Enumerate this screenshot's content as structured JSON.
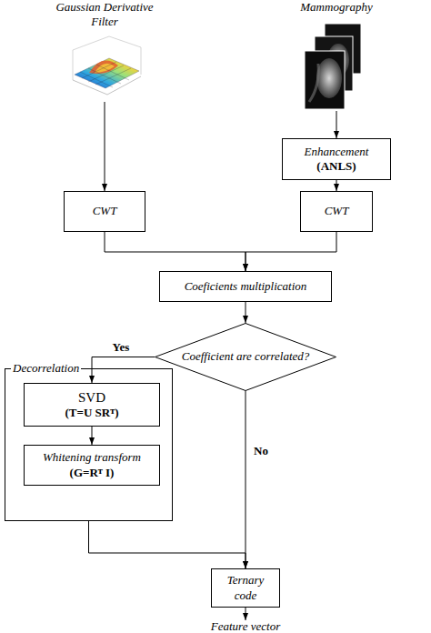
{
  "diagram": {
    "nodes": [
      {
        "text": [
          "Gaussian Derivative Filter"
        ]
      },
      {
        "text": [
          "Mammography"
        ]
      },
      {
        "text": [
          "Enhancement",
          "(ANLS)"
        ]
      },
      {
        "text": [
          "CWT"
        ]
      },
      {
        "text": [
          "CWT"
        ]
      },
      {
        "text": [
          "Coeficients multiplication"
        ]
      },
      {
        "text": [
          "Coefficient are correlated?"
        ]
      },
      {
        "text": [
          "Decorrelation"
        ]
      },
      {
        "text": [
          "SVD",
          "(T=U SRᵀ)"
        ],
        "in": 7
      },
      {
        "text": [
          "Whitening transform",
          "(G=Rᵀ I)"
        ],
        "in": 7
      },
      {
        "text": [
          "Ternary code"
        ]
      }
    ],
    "edges": [
      {
        "from": 0,
        "to": 3,
        "arrow": "to"
      },
      {
        "from": 1,
        "to": 2,
        "arrow": "to"
      },
      {
        "from": 2,
        "to": 4,
        "arrow": "to"
      },
      {
        "from": 3,
        "to": 5,
        "arrow": "to"
      },
      {
        "from": 4,
        "to": 5,
        "arrow": "to"
      },
      {
        "from": 5,
        "to": 6,
        "arrow": "to"
      },
      {
        "from": 6,
        "to": 8,
        "label": "Yes",
        "arrow": "to"
      },
      {
        "from": 8,
        "to": 9,
        "arrow": "to"
      },
      {
        "from": 7,
        "to": 10,
        "arrow": "to"
      },
      {
        "from": 6,
        "to": 10,
        "label": "No",
        "arrow": "to"
      }
    ],
    "labels": [
      "Feature vector"
    ]
  }
}
